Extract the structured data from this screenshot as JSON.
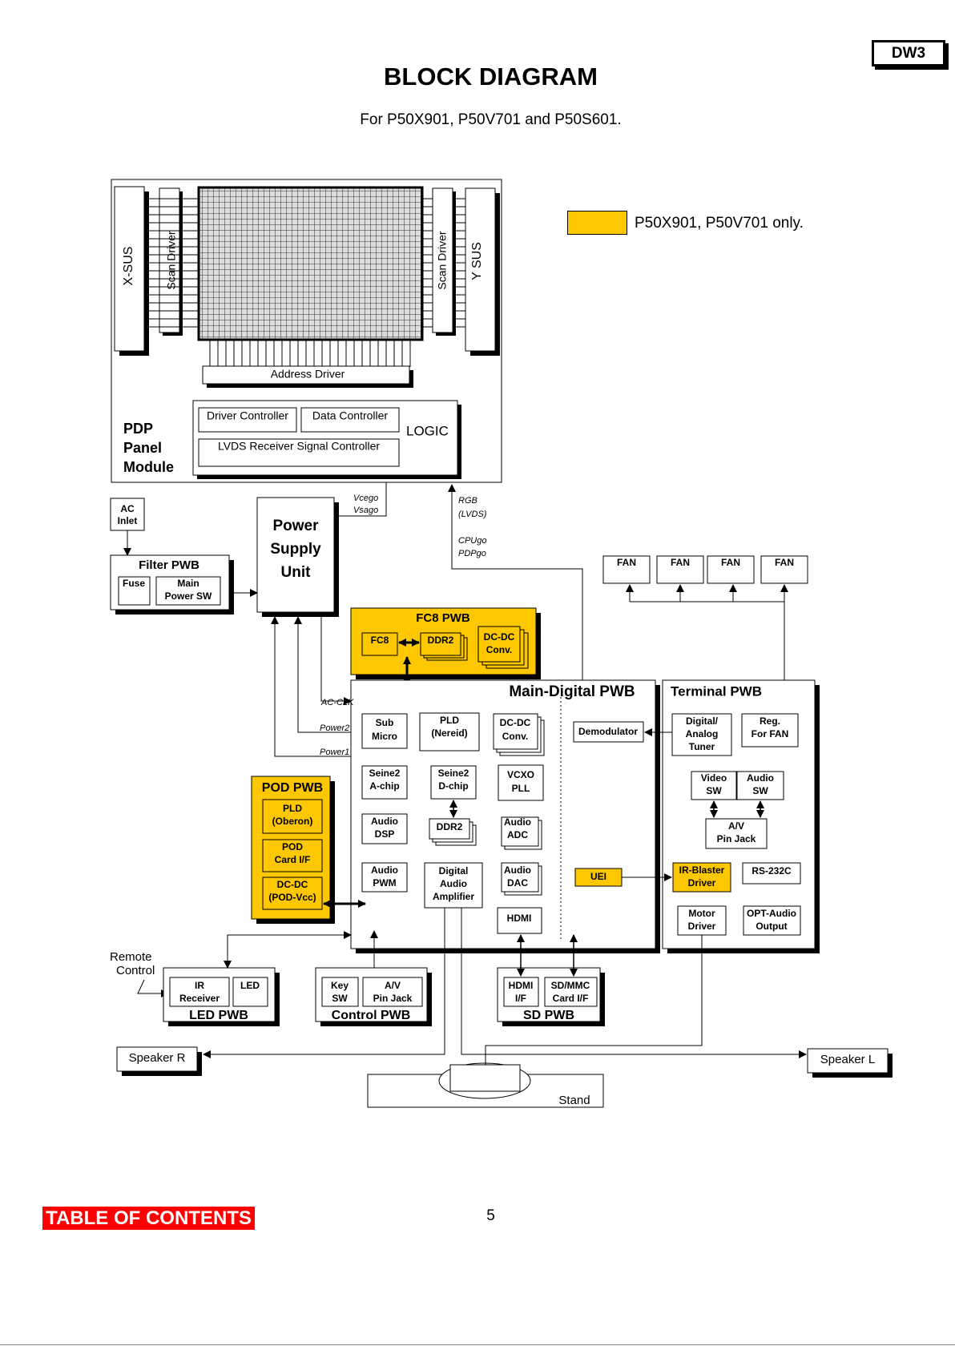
{
  "page": {
    "badge": "DW3",
    "title": "BLOCK DIAGRAM",
    "subtitle": "For P50X901, P50V701 and P50S601.",
    "legend": "P50X901, P50V701 only.",
    "toc": "TABLE OF CONTENTS",
    "page_number": "5"
  },
  "colors": {
    "highlight": "#fdc800",
    "toc": "#ff0000"
  },
  "pdp": {
    "xsus": "X-SUS",
    "scan_left": "Scan Driver",
    "scan_right": "Scan Driver",
    "ysus": "Y SUS",
    "address": "Address Driver",
    "driver_ctrl": "Driver Controller",
    "data_ctrl": "Data Controller",
    "lvds": "LVDS Receiver Signal Controller",
    "logic": "LOGIC",
    "label": [
      "PDP",
      "Panel",
      "Module"
    ]
  },
  "ac_inlet": [
    "AC",
    "Inlet"
  ],
  "psu": [
    "Power",
    "Supply",
    "Unit"
  ],
  "filter": {
    "title": "Filter PWB",
    "fuse": "Fuse",
    "sw": [
      "Main",
      "Power SW"
    ]
  },
  "signals": {
    "vcego": "Vcego",
    "vsago": "Vsago",
    "rgb": "RGB",
    "lvds": "(LVDS)",
    "cpugo": "CPUgo",
    "pdpgo": "PDPgo",
    "acclk": "AC-CLK",
    "power2": "Power2",
    "power1": "Power1"
  },
  "fans": [
    "FAN",
    "FAN",
    "FAN",
    "FAN"
  ],
  "fc8": {
    "title": "FC8 PWB",
    "fc8": "FC8",
    "ddr2": "DDR2",
    "dcdc": [
      "DC-DC",
      "Conv."
    ]
  },
  "main": {
    "title": "Main-Digital PWB",
    "sub_micro": [
      "Sub",
      "Micro"
    ],
    "pld": [
      "PLD",
      "(Nereid)"
    ],
    "dcdc": [
      "DC-DC",
      "Conv."
    ],
    "demod": "Demodulator",
    "seine_a": [
      "Seine2",
      "A-chip"
    ],
    "seine_d": [
      "Seine2",
      "D-chip"
    ],
    "vcxo": [
      "VCXO",
      "PLL"
    ],
    "audio_dsp": [
      "Audio",
      "DSP"
    ],
    "ddr2": "DDR2",
    "audio_adc": [
      "Audio",
      "ADC"
    ],
    "audio_pwm": [
      "Audio",
      "PWM"
    ],
    "dig_amp": [
      "Digital",
      "Audio",
      "Amplifier"
    ],
    "audio_dac": [
      "Audio",
      "DAC"
    ],
    "uei": "UEI",
    "hdmi": "HDMI"
  },
  "terminal": {
    "title": "Terminal PWB",
    "tuner": [
      "Digital/",
      "Analog",
      "Tuner"
    ],
    "reg": [
      "Reg.",
      "For FAN"
    ],
    "video_sw": [
      "Video",
      "SW"
    ],
    "audio_sw": [
      "Audio",
      "SW"
    ],
    "av_jack": [
      "A/V",
      "Pin Jack"
    ],
    "ir_blaster": [
      "IR-Blaster",
      "Driver"
    ],
    "rs232": "RS-232C",
    "motor": [
      "Motor",
      "Driver"
    ],
    "opt_audio": [
      "OPT-Audio",
      "Output"
    ]
  },
  "pod": {
    "title": "POD PWB",
    "pld": [
      "PLD",
      "(Oberon)"
    ],
    "card": [
      "POD",
      "Card I/F"
    ],
    "dcdc": [
      "DC-DC",
      "(POD-Vcc)"
    ]
  },
  "remote": [
    "Remote",
    "Control"
  ],
  "led_pwb": {
    "title": "LED PWB",
    "ir": [
      "IR",
      "Receiver"
    ],
    "led": "LED"
  },
  "control_pwb": {
    "title": "Control PWB",
    "key": [
      "Key",
      "SW"
    ],
    "av": [
      "A/V",
      "Pin Jack"
    ]
  },
  "sd_pwb": {
    "title": "SD PWB",
    "hdmi": [
      "HDMI",
      "I/F"
    ],
    "sd": [
      "SD/MMC",
      "Card I/F"
    ]
  },
  "speaker_r": "Speaker R",
  "speaker_l": "Speaker L",
  "stand": "Stand"
}
